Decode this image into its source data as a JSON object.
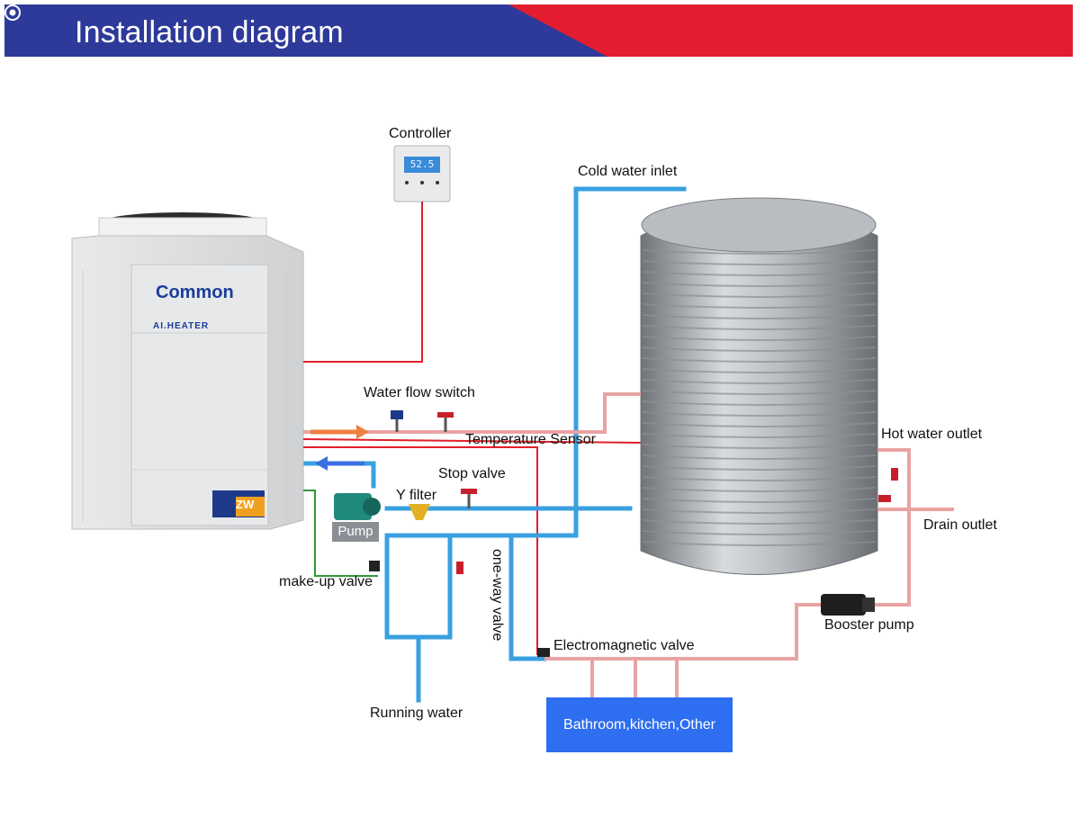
{
  "header": {
    "title": "Installation diagram",
    "color_left": "#2e3a9a",
    "color_right": "#e31d2f"
  },
  "unit": {
    "brand": "Common",
    "model": "AI.HEATER",
    "badge": "ZW"
  },
  "controller": {
    "label": "Controller",
    "display": "52.5"
  },
  "labels": {
    "cold_water_inlet": "Cold water inlet",
    "water_flow_switch": "Water flow switch",
    "temperature_sensor": "Temperature Sensor",
    "hot_water_outlet": "Hot water outlet",
    "stop_valve": "Stop valve",
    "y_filter": "Y filter",
    "pump": "Pump",
    "drain_outlet": "Drain outlet",
    "makeup_valve": "make-up valve",
    "one_way_valve": "one-way valve",
    "booster_pump": "Booster pump",
    "electromagnetic_valve": "Electromagnetic valve",
    "running_water": "Running water",
    "destination": "Bathroom,kitchen,Other"
  },
  "colors": {
    "cold_pipe": "#3aa0e0",
    "hot_pipe": "#e9a3a3",
    "signal_wire": "#e0202a",
    "ground_wire": "#2f9a3a",
    "tank": "#a7abb0"
  }
}
